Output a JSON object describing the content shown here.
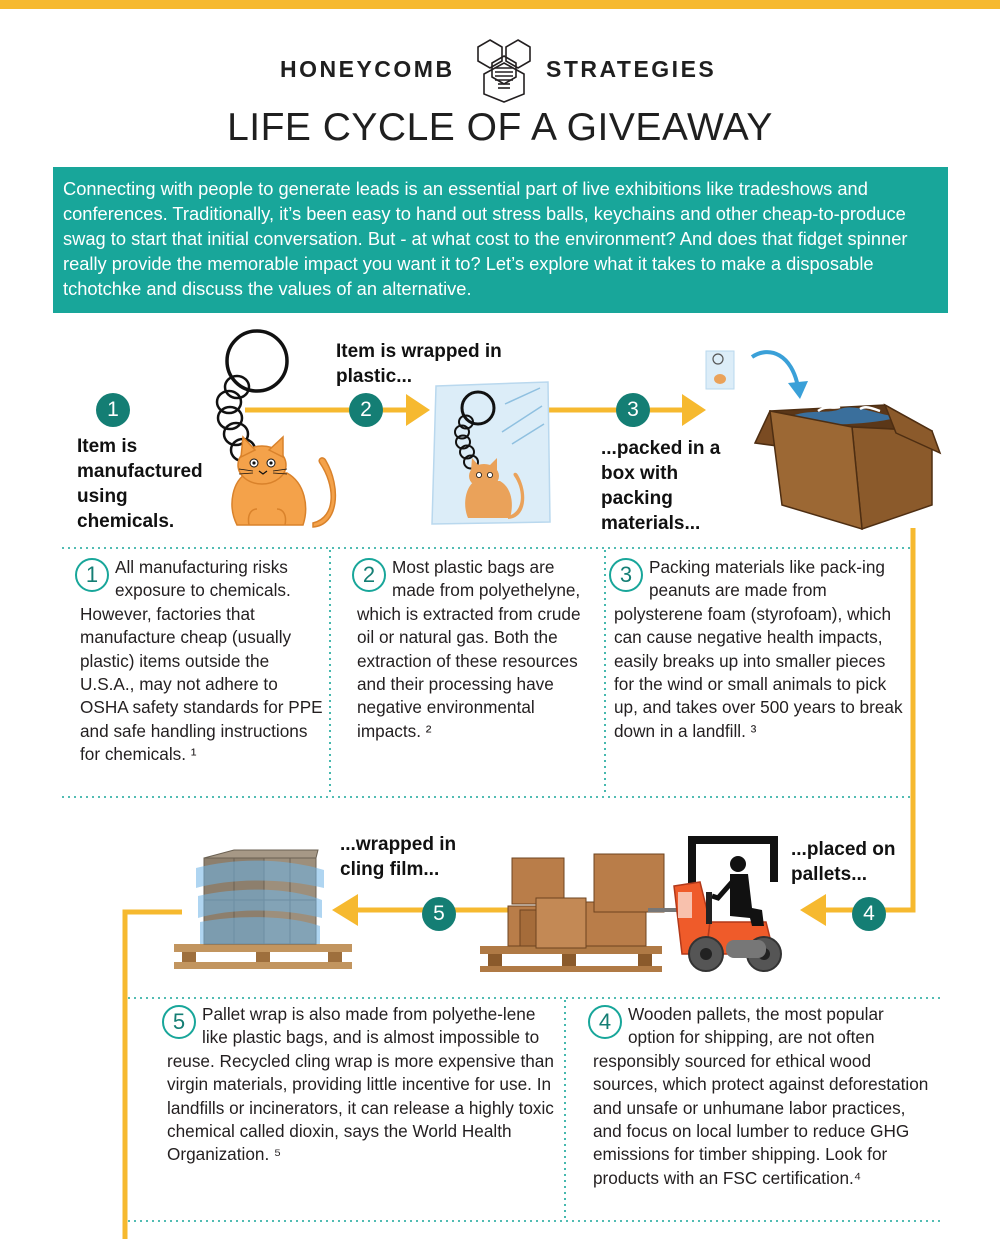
{
  "header": {
    "brand_left": "HONEYCOMB",
    "brand_right": "STRATEGIES",
    "title": "LIFE CYCLE OF A GIVEAWAY"
  },
  "intro": "Connecting with people to generate leads is an essential part of live exhibitions like tradeshows and conferences. Traditionally, it’s been easy to hand out stress balls, keychains and other cheap-to-produce swag to start that initial conversation. But - at what cost to the environment? And does that fidget spinner really provide the memorable impact you want it to? Let’s explore what it takes to make a disposable tchotchke and discuss the values of an alternative.",
  "steps": [
    {
      "number": "1",
      "caption": "Item is manufactured using chemicals.",
      "description": "All manufacturing risks exposure to chemicals. However, factories that manufacture cheap (usually plastic) items outside the U.S.A., may not adhere to OSHA safety standards for PPE and safe handling instructions for chemicals. ¹"
    },
    {
      "number": "2",
      "caption": "Item is wrapped in plastic...",
      "description": "Most plastic bags are made from polyethelyne, which is extracted from crude oil or natural gas. Both the extraction of these resources and their processing have negative environmental impacts. ²"
    },
    {
      "number": "3",
      "caption": "...packed in a box with packing materials...",
      "description": "Packing materials like pack-ing peanuts are made from polysterene foam (styrofoam), which can cause negative health impacts, easily breaks up into smaller pieces for the wind or small animals to pick up, and takes over 500 years to break down in a landfill. ³"
    },
    {
      "number": "4",
      "caption": "...placed on pallets...",
      "description": "Wooden pallets, the most popular option for shipping, are not often responsibly sourced for ethical wood sources, which protect against deforestation and unsafe or unhumane labor practices, and focus on local lumber to reduce GHG emissions for timber shipping. Look for products with an FSC certification.⁴"
    },
    {
      "number": "5",
      "caption": "...wrapped in cling film...",
      "description": "Pallet wrap is also made from polyethe-lene like plastic bags, and is almost impossible to reuse. Recycled cling wrap is more expensive than virgin materials, providing little incentive for use. In landfills or incinerators, it can release a highly toxic chemical called dioxin, says the World Health Organization. ⁵"
    }
  ],
  "colors": {
    "accent": "#f6b92f",
    "teal": "#18a69a",
    "teal_dark": "#147e74",
    "box_brown": "#8b5a2b",
    "cat_orange": "#f4a24a",
    "forklift_orange": "#ef5b2a"
  },
  "icons": [
    "honeycomb-logo-icon",
    "keychain-icon",
    "cat-icon",
    "plastic-bag-icon",
    "cardboard-box-icon",
    "curved-arrow-icon",
    "forklift-icon",
    "pallet-boxes-icon",
    "wrapped-pallet-icon"
  ]
}
